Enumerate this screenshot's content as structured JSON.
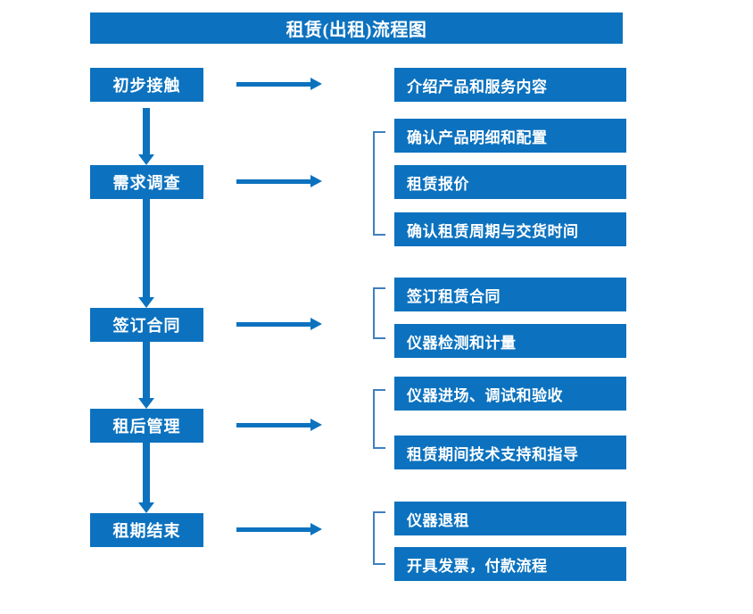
{
  "chart": {
    "title": "租赁(出租)流程图",
    "colors": {
      "accent": "#0c72bf",
      "bracket": "#3f7fbf",
      "text_on_accent": "#ffffff",
      "background": "#ffffff"
    }
  },
  "stages": [
    {
      "label": "初步接触"
    },
    {
      "label": "需求调查"
    },
    {
      "label": "签订合同"
    },
    {
      "label": "租后管理"
    },
    {
      "label": "租期结束"
    }
  ],
  "details": [
    {
      "label": "介绍产品和服务内容"
    },
    {
      "label": "确认产品明细和配置"
    },
    {
      "label": "租赁报价"
    },
    {
      "label": "确认租赁周期与交货时间"
    },
    {
      "label": "签订租赁合同"
    },
    {
      "label": "仪器检测和计量"
    },
    {
      "label": "仪器进场、调试和验收"
    },
    {
      "label": "租赁期间技术支持和指导"
    },
    {
      "label": "仪器退租"
    },
    {
      "label": "开具发票，付款流程"
    }
  ],
  "icons": {
    "right_arrow": "right-arrow-icon",
    "down_arrow": "down-arrow-icon",
    "bracket": "group-bracket-icon"
  }
}
